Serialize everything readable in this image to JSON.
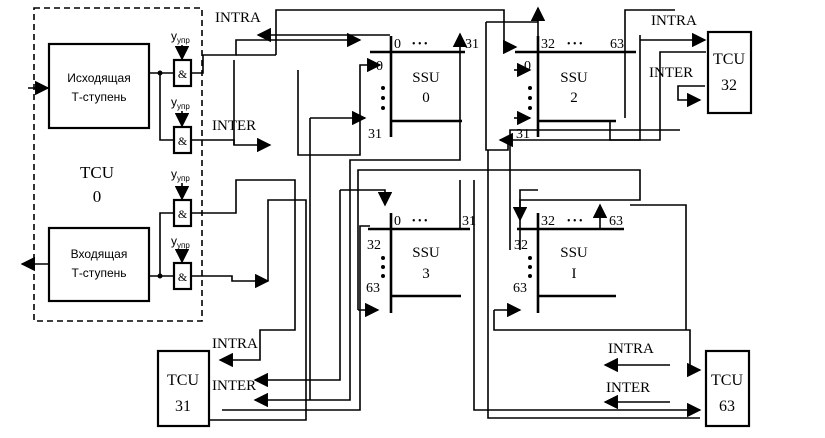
{
  "tcu0": {
    "label_line1": "TCU",
    "label_line2": "0",
    "outgoing_line1": "Исходящая",
    "outgoing_line2": "Т-ступень",
    "incoming_line1": "Входящая",
    "incoming_line2": "Т-ступень",
    "control_label": "у",
    "control_sub": "упр",
    "and_label": "&"
  },
  "labels": {
    "intra": "INTRA",
    "inter": "INTER"
  },
  "ssu": [
    {
      "name": "SSU",
      "num": "0",
      "top_first": "0",
      "top_last": "31",
      "left_first": "0",
      "left_last": "31"
    },
    {
      "name": "SSU",
      "num": "2",
      "top_first": "32",
      "top_last": "63",
      "left_first": "0",
      "left_last": "31"
    },
    {
      "name": "SSU",
      "num": "3",
      "top_first": "0",
      "top_last": "31",
      "left_first": "32",
      "left_last": "63"
    },
    {
      "name": "SSU",
      "num": "I",
      "top_first": "32",
      "top_last": "63",
      "left_first": "32",
      "left_last": "63"
    }
  ],
  "tcu_other": [
    {
      "label": "TCU",
      "num": "32"
    },
    {
      "label": "TCU",
      "num": "31"
    },
    {
      "label": "TCU",
      "num": "63"
    }
  ],
  "dots": "• • •"
}
